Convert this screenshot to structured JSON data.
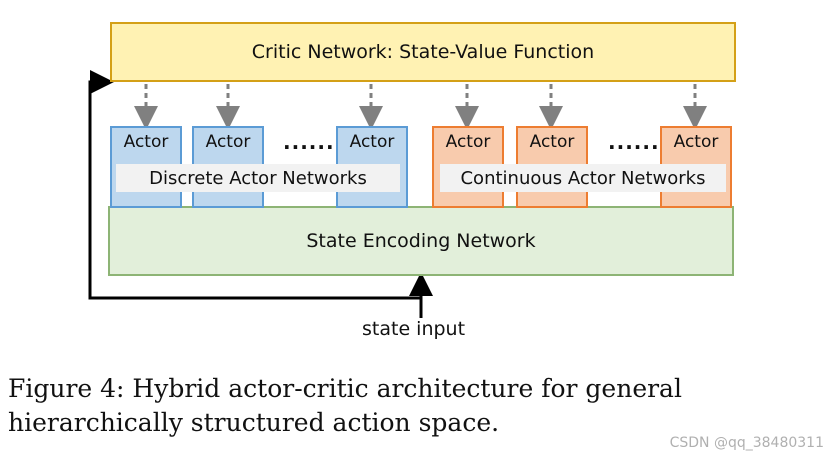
{
  "critic": {
    "label": "Critic Network: State-Value Function"
  },
  "actors": {
    "discrete": [
      "Actor",
      "Actor",
      "Actor"
    ],
    "continuous": [
      "Actor",
      "Actor",
      "Actor"
    ],
    "ellipsis": "......"
  },
  "groups": {
    "discrete_label": "Discrete Actor Networks",
    "continuous_label": "Continuous Actor Networks"
  },
  "encoder": {
    "label": "State Encoding Network"
  },
  "input": {
    "label": "state input"
  },
  "caption": "Figure 4: Hybrid actor-critic architecture for general hierarchically structured action space.",
  "watermark": "CSDN @qq_38480311",
  "colors": {
    "critic_fill": "#fff2b3",
    "critic_border": "#d4a017",
    "discrete_fill": "#bdd7ee",
    "discrete_border": "#5b9bd5",
    "continuous_fill": "#f8cbad",
    "continuous_border": "#ed7d31",
    "encoder_fill": "#e2efda",
    "encoder_border": "#8db475"
  }
}
